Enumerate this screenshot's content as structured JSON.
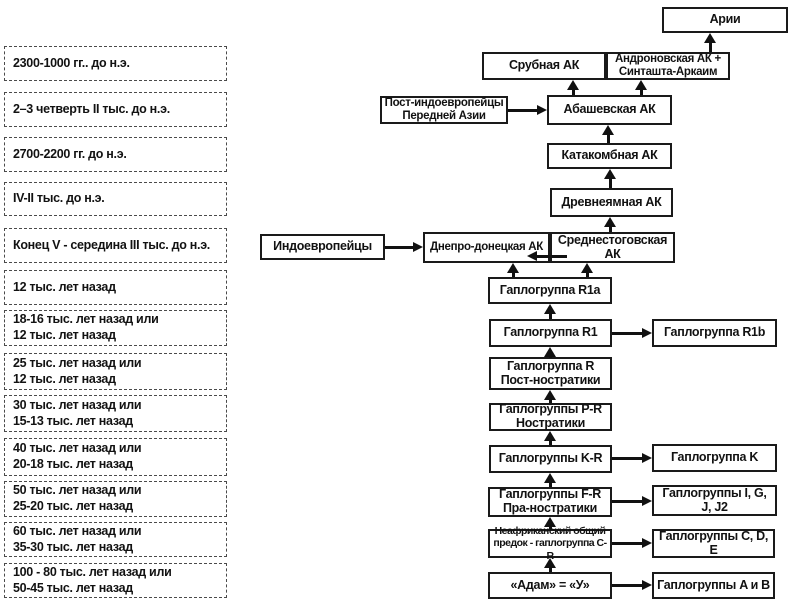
{
  "timeline": [
    "2300-1000 гг.. до н.э.",
    "2–3 четверть II тыс. до н.э.",
    "2700-2200 гг. до н.э.",
    "IV-II тыс. до н.э.",
    "Конец V - середина III тыс. до н.э.",
    "12 тыс. лет назад",
    "18-16 тыс. лет назад или\n12 тыс. лет назад",
    "25 тыс. лет назад или\n12 тыс. лет назад",
    "30 тыс. лет назад или\n15-13 тыс. лет назад",
    "40 тыс. лет назад или\n20-18 тыс. лет назад",
    "50 тыс. лет назад или\n25-20 тыс. лет назад",
    "60 тыс. лет назад или\n35-30 тыс. лет назад",
    "100 - 80 тыс. лет назад или\n50-45 тыс. лет назад"
  ],
  "nodes": {
    "arii": "Арии",
    "srubnaya": "Срубная АК",
    "andronovskaya": "Андроновская АК +\nСинташта-Аркаим",
    "post_indo": "Пост-индоевропейцы\nПередней Азии",
    "abashevskaya": "Абашевская АК",
    "katakombnaya": "Катакомбная АК",
    "drevneyamnaya": "Древнеямная АК",
    "indoevropeitsy": "Индоевропейцы",
    "dnepro_donetskaya": "Днепро-донецкая АК",
    "srednestogovskaya": "Среднестоговская\nАК",
    "r1a": "Гаплогруппа R1a",
    "r1": "Гаплогруппа R1",
    "r1b": "Гаплогруппа R1b",
    "r_post_nostratiki": "Гаплогруппа R\nПост-ностратики",
    "pr_nostratiki": "Гаплогруппы P-R\nНостратики",
    "kr": "Гаплогруппы K-R",
    "k": "Гаплогруппа K",
    "fr_pra_nostratiki": "Гаплогруппы F-R\nПра-ностратики",
    "igj": "Гаплогруппы I, G,\nJ, J2",
    "neafrican": "Неафриканский общий\nпредок - гаплогруппа C-R",
    "cde": "Гаплогруппы C, D, E",
    "adam": "«Адам» = «У»",
    "ab": "Гаплогруппы A и B"
  },
  "colors": {
    "background": "#ffffff",
    "box_border": "#1a1a1a",
    "arrow": "#111111",
    "text": "#121212"
  }
}
